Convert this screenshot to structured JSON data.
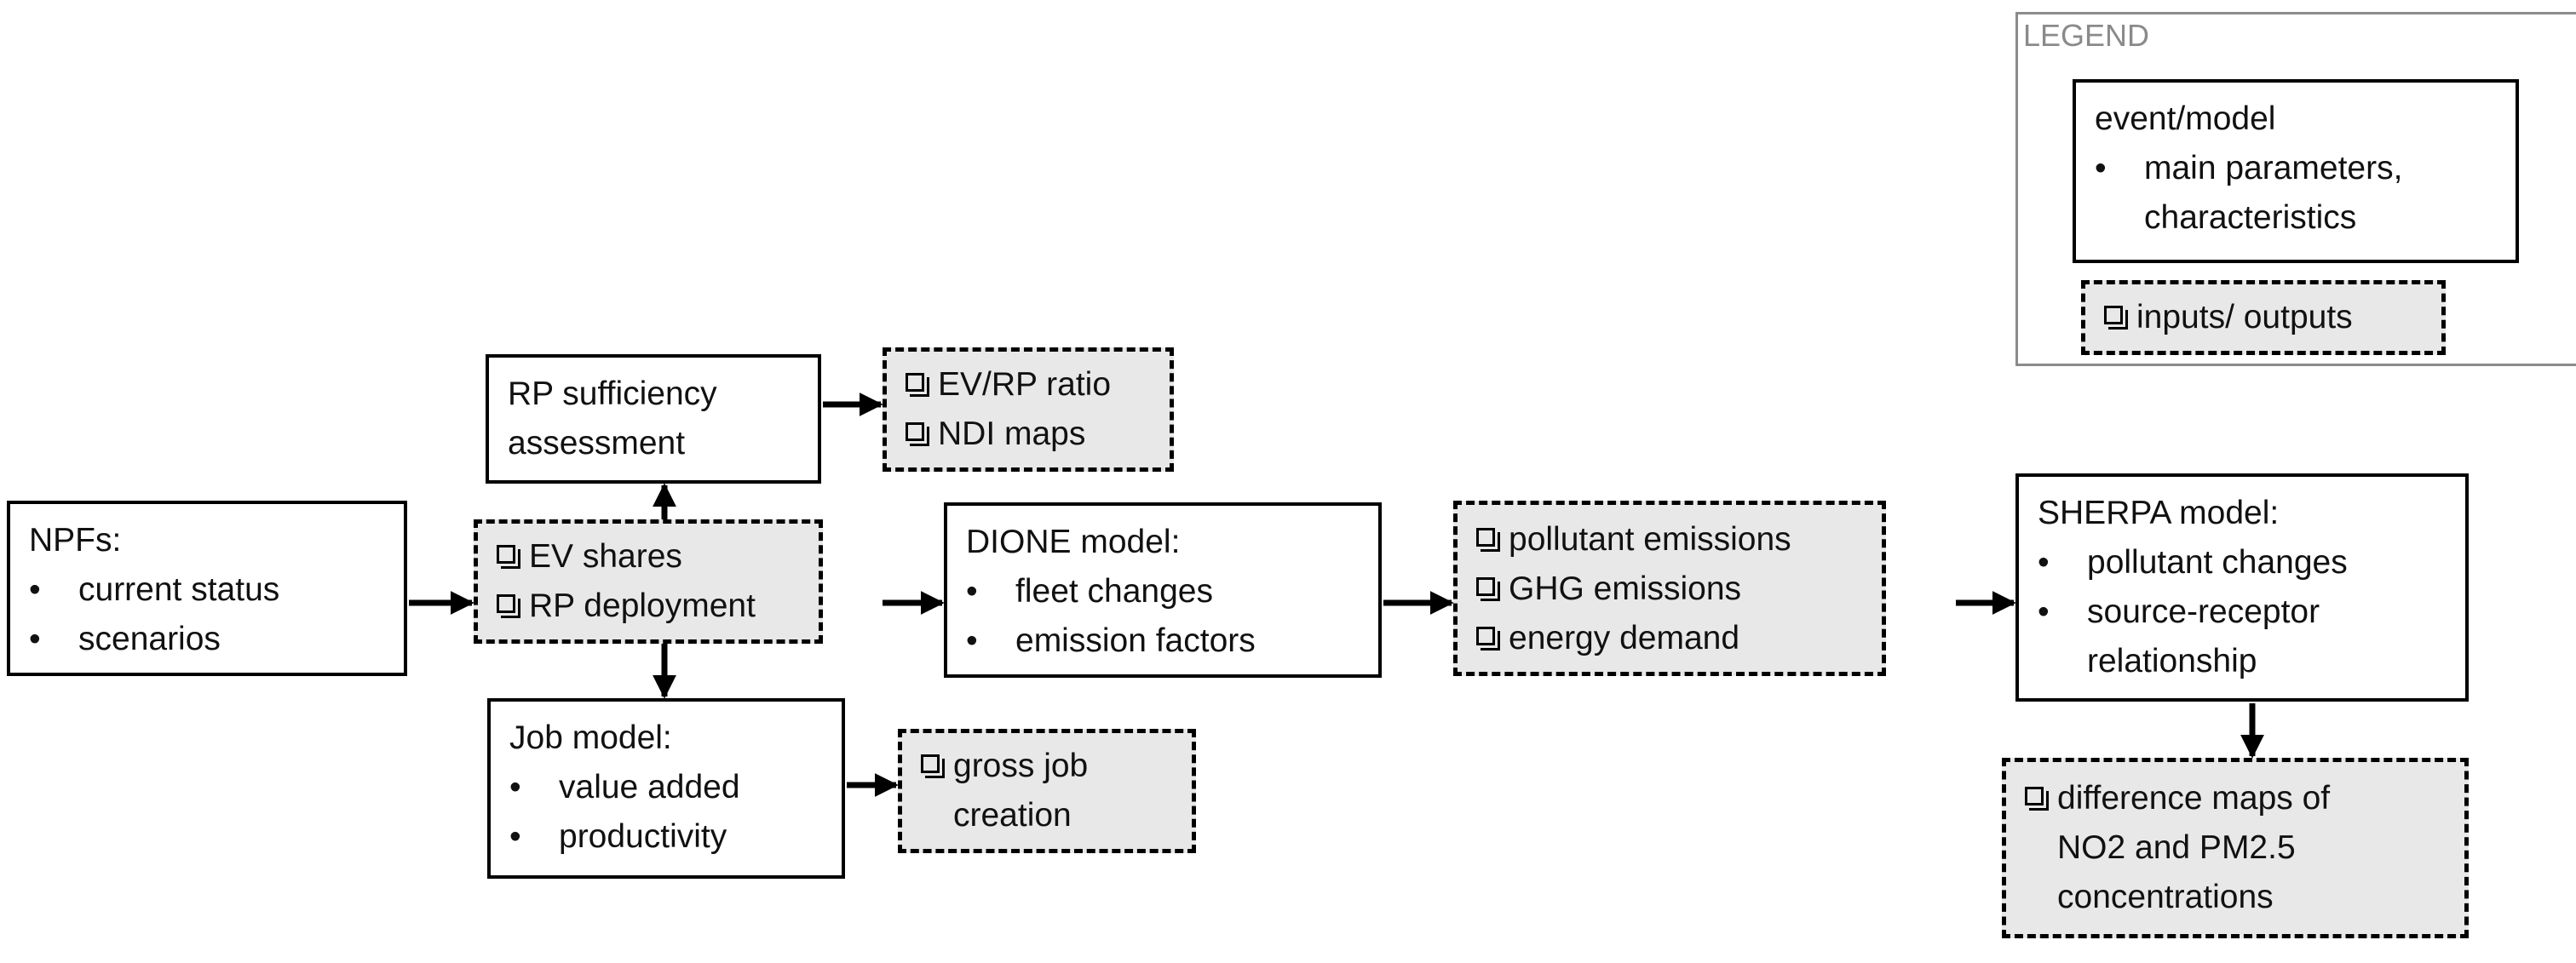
{
  "legend": {
    "title": "LEGEND",
    "model_title": "event/model",
    "model_bullets": [
      "main parameters,",
      "characteristics"
    ],
    "io_items": [
      "inputs/ outputs"
    ]
  },
  "npfs": {
    "title": "NPFs:",
    "bullets": [
      "current status",
      "scenarios"
    ]
  },
  "ev_inputs": {
    "items": [
      "EV shares",
      "RP deployment"
    ]
  },
  "rp_sufficiency": {
    "lines": [
      "RP sufficiency",
      "assessment"
    ]
  },
  "rp_outputs": {
    "items": [
      "EV/RP ratio",
      "NDI maps"
    ]
  },
  "job_model": {
    "title": "Job model:",
    "bullets": [
      "value added",
      "productivity"
    ]
  },
  "job_outputs": {
    "items": [
      "gross job",
      "creation"
    ]
  },
  "dione": {
    "title": "DIONE model:",
    "bullets": [
      "fleet changes",
      "emission factors"
    ]
  },
  "dione_outputs": {
    "items": [
      "pollutant emissions",
      "GHG emissions",
      "energy demand"
    ]
  },
  "sherpa": {
    "title": "SHERPA model:",
    "bullets": [
      "pollutant changes",
      "source-receptor",
      "relationship"
    ]
  },
  "sherpa_outputs": {
    "items": [
      "difference maps of",
      "NO2 and PM2.5",
      "concentrations"
    ]
  },
  "icons": {
    "checkbox": "checkbox-icon",
    "bullet": "bullet-icon",
    "arrow": "arrow-icon"
  },
  "colors": {
    "io_fill": "#e8e8e8",
    "line": "#000000",
    "legend_border": "#8c8c8c",
    "legend_title": "#8a8a8a"
  }
}
